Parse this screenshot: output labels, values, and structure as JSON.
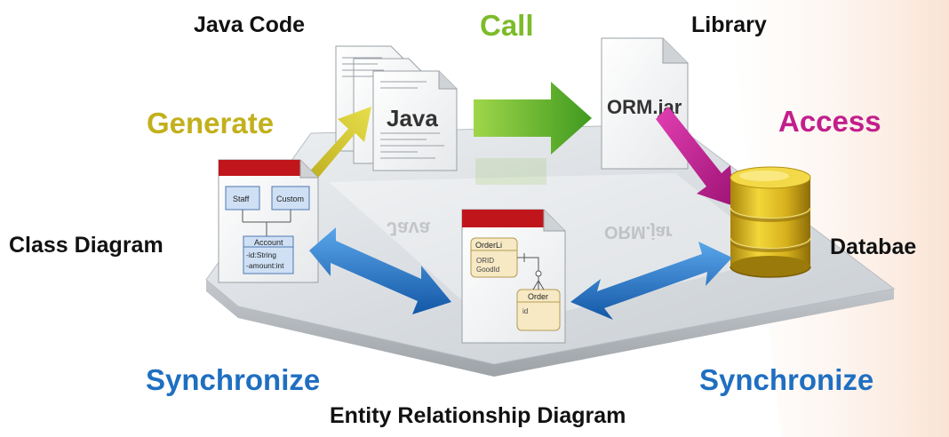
{
  "labels": {
    "java_code": "Java Code",
    "call": "Call",
    "library": "Library",
    "generate": "Generate",
    "access": "Access",
    "class_diagram": "Class Diagram",
    "database": "Databae",
    "synchronize_left": "Synchronize",
    "synchronize_right": "Synchronize",
    "erd": "Entity Relationship Diagram"
  },
  "java_doc": {
    "title": "Java",
    "reflection": "Java"
  },
  "library_doc": {
    "title": "ORM.jar",
    "reflection": "ORM.jar"
  },
  "class_diagram_doc": {
    "box_staff": "Staff",
    "box_custom": "Custom",
    "box_account": "Account",
    "attr_id": "-id:String",
    "attr_amount": "-amount:int"
  },
  "erd_doc": {
    "entity1_name": "OrderLi",
    "entity1_attr1": "ORID",
    "entity1_attr2": "GoodId",
    "entity2_name": "Order",
    "entity2_attr1": "id"
  },
  "colors": {
    "generate": "#c2b01c",
    "call": "#7dbb2a",
    "access": "#c21f8c",
    "synchronize": "#1f6fc1",
    "doc_header": "#c0161b",
    "database": "#d8b216"
  }
}
